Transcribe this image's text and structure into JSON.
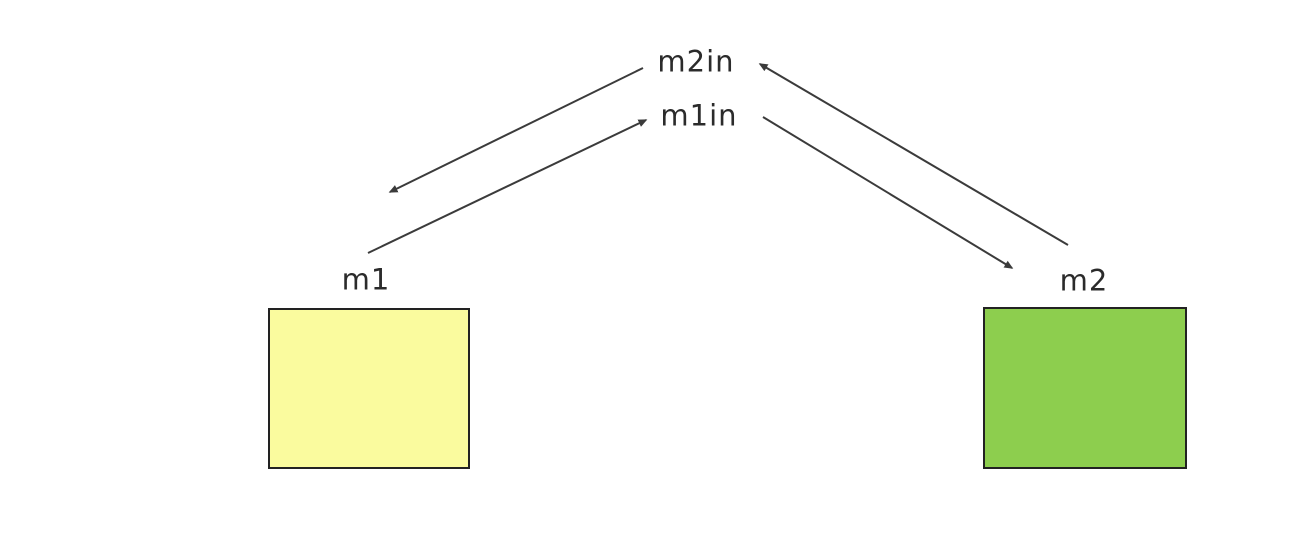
{
  "diagram": {
    "background_color": "#ffffff",
    "arrow_color": "#3b3b3b",
    "text_color": "#2b2b2b",
    "top_labels": [
      {
        "id": "m2in",
        "text": "m2in"
      },
      {
        "id": "m1in",
        "text": "m1in"
      }
    ],
    "nodes": [
      {
        "id": "m1",
        "label": "m1",
        "fill": "#fafb9e",
        "border": "#222222",
        "shape": "rectangle"
      },
      {
        "id": "m2",
        "label": "m2",
        "fill": "#8dce4e",
        "border": "#222222",
        "shape": "rectangle"
      }
    ],
    "edges": [
      {
        "from": "m2in",
        "to": "m1",
        "direction": "down-left",
        "arrowhead_at": "m1-side"
      },
      {
        "from": "m1",
        "to": "m1in",
        "direction": "up-right",
        "arrowhead_at": "m1in"
      },
      {
        "from": "m2",
        "to": "m2in",
        "direction": "up-left",
        "arrowhead_at": "m2in"
      },
      {
        "from": "m1in",
        "to": "m2",
        "direction": "down-right",
        "arrowhead_at": "m2-side"
      }
    ]
  }
}
